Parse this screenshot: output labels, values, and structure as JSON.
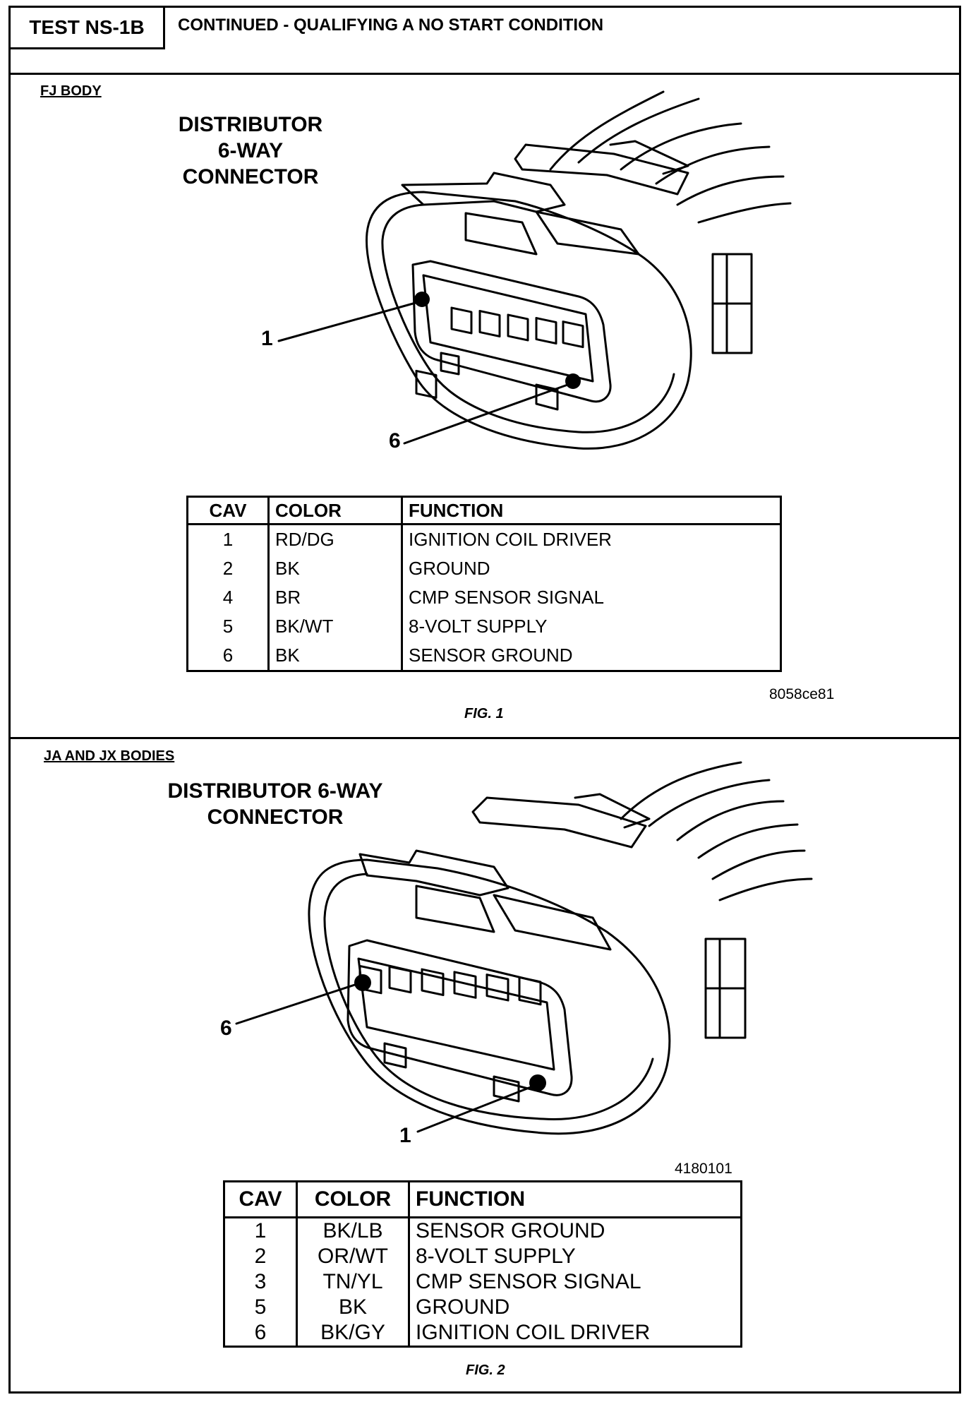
{
  "header": {
    "test_label": "TEST NS-1B",
    "title": "CONTINUED - QUALIFYING A NO START CONDITION"
  },
  "fig1": {
    "section_label": "FJ BODY",
    "connector_title_lines": [
      "DISTRIBUTOR",
      "6-WAY",
      "CONNECTOR"
    ],
    "pin_callouts": [
      "1",
      "6"
    ],
    "table": {
      "headers": [
        "CAV",
        "COLOR",
        "FUNCTION"
      ],
      "rows": [
        [
          "1",
          "RD/DG",
          "IGNITION COIL DRIVER"
        ],
        [
          "2",
          "BK",
          "GROUND"
        ],
        [
          "4",
          "BR",
          "CMP SENSOR SIGNAL"
        ],
        [
          "5",
          "BK/WT",
          "8-VOLT SUPPLY"
        ],
        [
          "6",
          "BK",
          "SENSOR GROUND"
        ]
      ]
    },
    "code": "8058ce81",
    "caption": "FIG. 1"
  },
  "fig2": {
    "section_label": "JA AND JX BODIES",
    "connector_title_lines": [
      "DISTRIBUTOR 6-WAY",
      "CONNECTOR"
    ],
    "pin_callouts": [
      "6",
      "1"
    ],
    "code": "4180101",
    "table": {
      "headers": [
        "CAV",
        "COLOR",
        "FUNCTION"
      ],
      "rows": [
        [
          "1",
          "BK/LB",
          "SENSOR GROUND"
        ],
        [
          "2",
          "OR/WT",
          "8-VOLT SUPPLY"
        ],
        [
          "3",
          "TN/YL",
          "CMP SENSOR SIGNAL"
        ],
        [
          "5",
          "BK",
          "GROUND"
        ],
        [
          "6",
          "BK/GY",
          "IGNITION COIL DRIVER"
        ]
      ]
    },
    "caption": "FIG. 2"
  }
}
